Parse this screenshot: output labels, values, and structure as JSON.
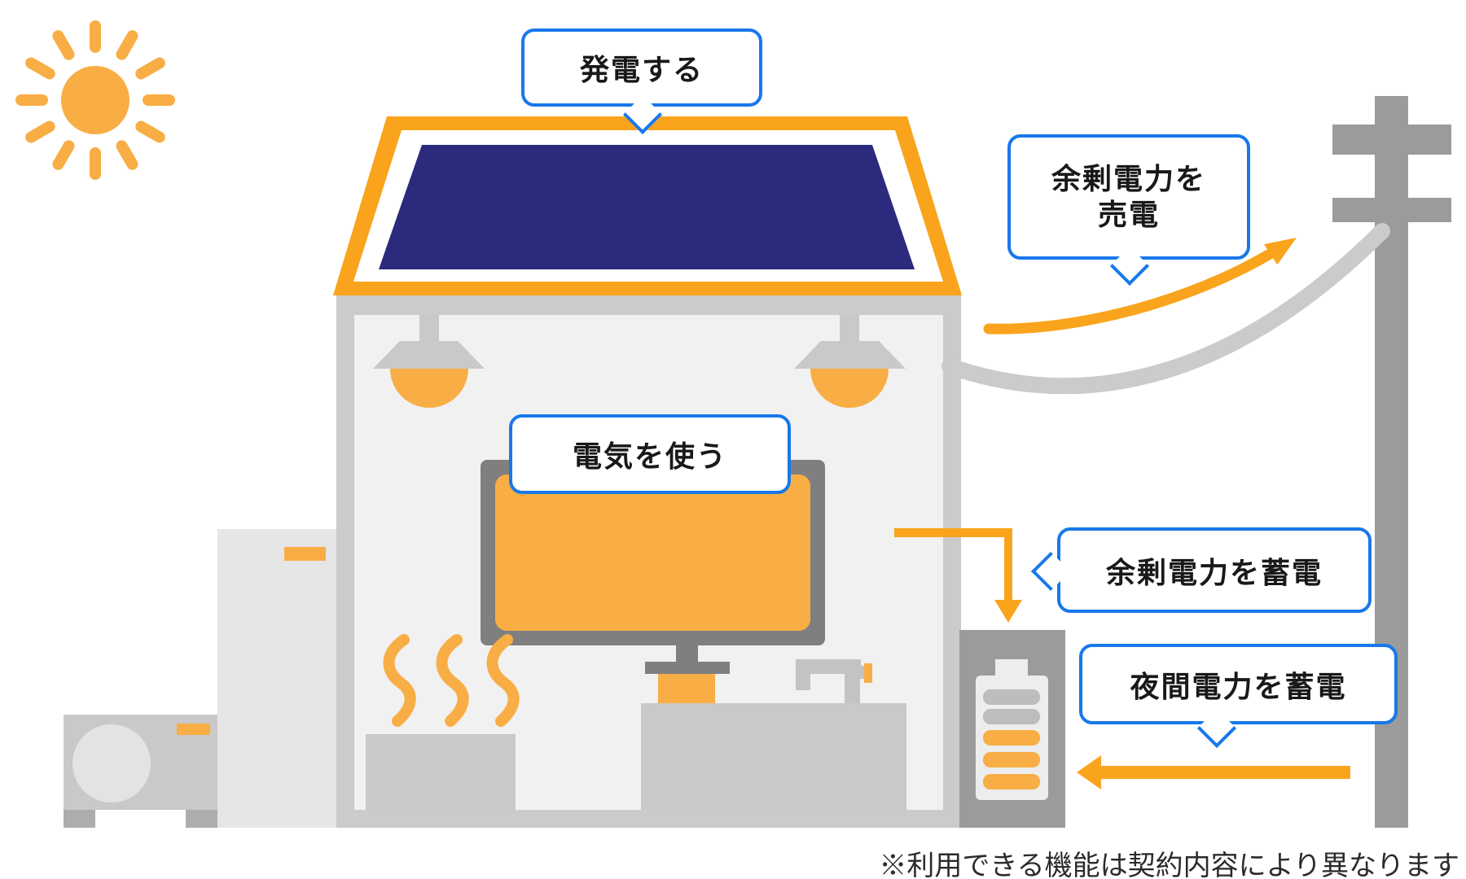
{
  "diagram": {
    "type": "home-solar-energy-flow-illustration",
    "labels": {
      "generate": "発電する",
      "sell_line1": "余剰電力を",
      "sell_line2": "売電",
      "use": "電気を使う",
      "store_surplus": "余剰電力を蓄電",
      "store_night": "夜間電力を蓄電"
    },
    "note": "※利用できる機能は契約内容により異なります",
    "icons": [
      "sun-icon",
      "solar-panel-icon",
      "house-icon",
      "ceiling-lamp-icon",
      "tv-icon",
      "stove-steam-icon",
      "sink-faucet-icon",
      "battery-storage-icon",
      "water-heater-icon",
      "ac-outdoor-unit-icon",
      "utility-pole-icon",
      "power-line-wire",
      "sell-power-arrow",
      "store-surplus-arrow",
      "night-charge-arrow"
    ],
    "colors": {
      "orange_primary": "#F9A41C",
      "orange_soft": "#F8AE45",
      "panel_navy": "#2B2A7D",
      "bubble_blue": "#1878EA",
      "wall_gray": "#CBCBCB",
      "interior_gray": "#F1F1F1",
      "equipment_gray": "#C9C9C9",
      "pole_gray": "#9B9B9B",
      "tv_frame_gray": "#7F7F7F"
    }
  }
}
